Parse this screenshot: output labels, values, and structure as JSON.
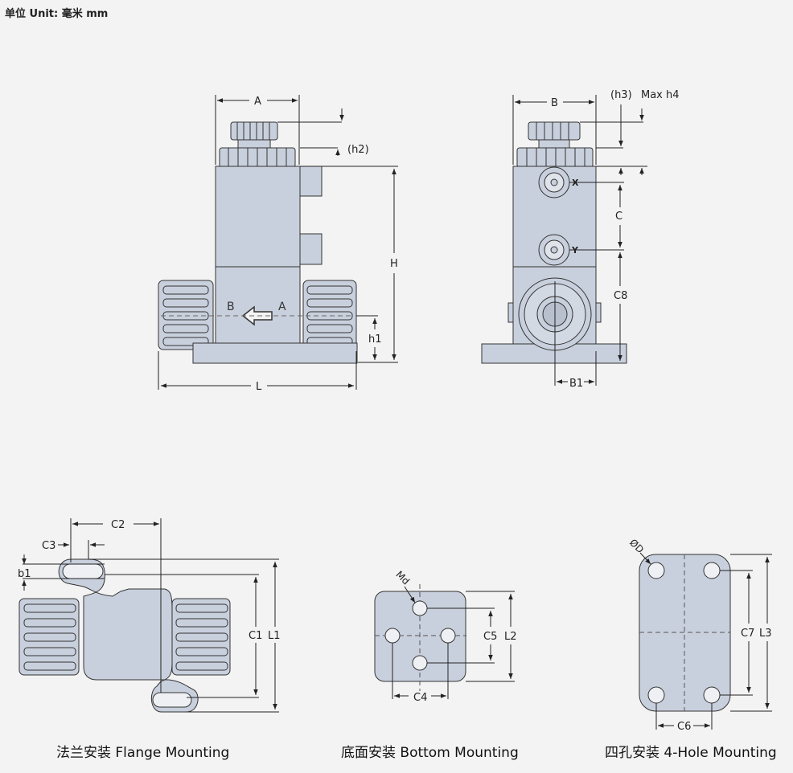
{
  "unit_label": "单位 Unit: 毫米 mm",
  "colors": {
    "body_fill": "#c9d0dd",
    "stroke": "#333333",
    "background": "#f3f3f4"
  },
  "front_view": {
    "labels": {
      "A": "A",
      "h2": "(h2)",
      "H": "H",
      "h1": "h1",
      "L": "L",
      "flow_in": "A",
      "flow_out": "B"
    }
  },
  "side_view": {
    "labels": {
      "B": "B",
      "h3": "(h3)",
      "max_h4": "Max h4",
      "C": "C",
      "C8": "C8",
      "B1": "B1",
      "X": "X",
      "Y": "Y"
    }
  },
  "flange_mounting": {
    "caption": "法兰安装 Flange Mounting",
    "labels": {
      "C2": "C2",
      "C3": "C3",
      "b1": "b1",
      "C1": "C1",
      "L1": "L1"
    }
  },
  "bottom_mounting": {
    "caption": "底面安装 Bottom Mounting",
    "labels": {
      "Md": "Md",
      "C5": "C5",
      "L2": "L2",
      "C4": "C4"
    }
  },
  "four_hole_mounting": {
    "caption": "四孔安装 4-Hole Mounting",
    "labels": {
      "D": "ØD",
      "C7": "C7",
      "L3": "L3",
      "C6": "C6"
    }
  }
}
